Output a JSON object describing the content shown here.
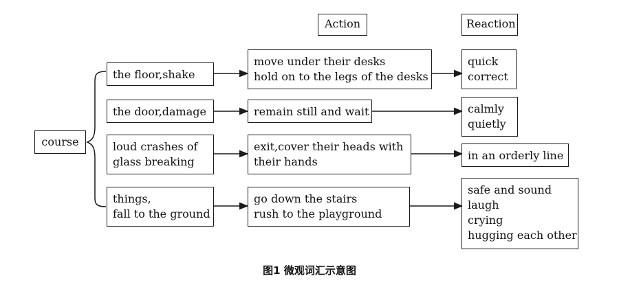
{
  "headers": {
    "action": "Action",
    "reaction": "Reaction"
  },
  "root": "course",
  "rows": [
    {
      "cause": [
        "the floor,shake"
      ],
      "action": [
        "move under their desks",
        "hold on to the legs of the desks"
      ],
      "reaction": [
        "quick",
        "correct"
      ]
    },
    {
      "cause": [
        "the door,damage"
      ],
      "action": [
        "remain still and wait"
      ],
      "reaction": [
        "calmly",
        "quietly"
      ]
    },
    {
      "cause": [
        "loud crashes of",
        "glass breaking"
      ],
      "action": [
        "exit,cover their heads with",
        "their hands"
      ],
      "reaction": [
        "in an orderly line"
      ]
    },
    {
      "cause": [
        "things,",
        "fall to the ground"
      ],
      "action": [
        "go down the stairs",
        "rush to the playground"
      ],
      "reaction": [
        "safe and sound",
        "laugh",
        "crying",
        "hugging each other"
      ]
    }
  ],
  "caption": "图1   微观词汇示意图",
  "colors": {
    "stroke": "#1a1a1a",
    "text": "#111111",
    "background": "#ffffff"
  }
}
